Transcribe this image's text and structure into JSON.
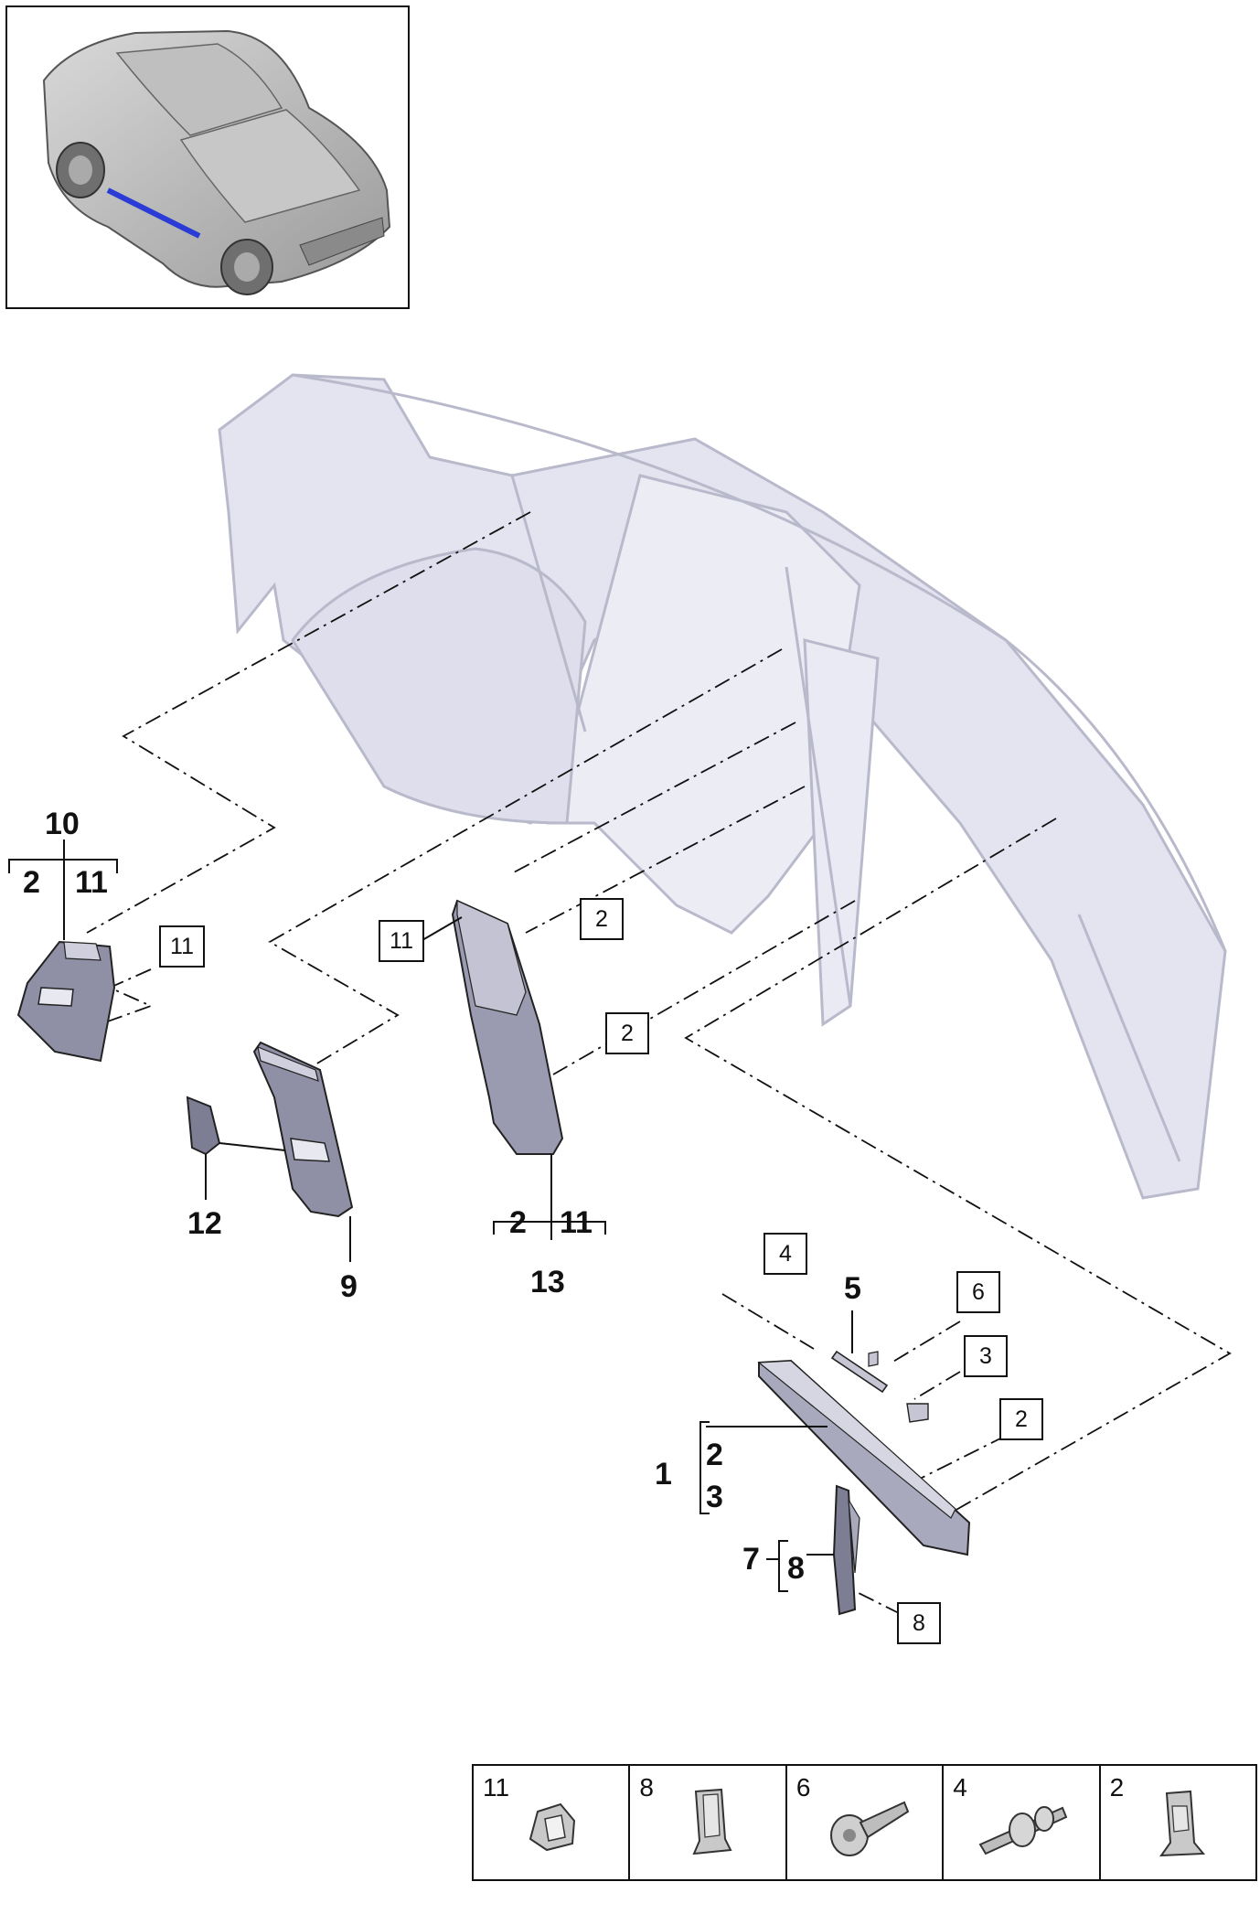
{
  "callouts": {
    "part_10": "10",
    "part_10_sub_a": "2",
    "part_10_sub_b": "11",
    "part_12": "12",
    "part_9": "9",
    "part_13": "13",
    "part_13_sub_a": "2",
    "part_13_sub_b": "11",
    "part_5": "5",
    "part_1": "1",
    "part_1_sub_a": "2",
    "part_1_sub_b": "3",
    "part_7": "7",
    "part_7_sub": "8"
  },
  "boxed_refs": {
    "ref_11_left": "11",
    "ref_11_center": "11",
    "ref_2_upper": "2",
    "ref_2_lower": "2",
    "ref_4": "4",
    "ref_6": "6",
    "ref_3": "3",
    "ref_2_right": "2",
    "ref_8": "8"
  },
  "legend": {
    "cells": [
      {
        "number": "11",
        "icon": "clip-bracket-icon"
      },
      {
        "number": "8",
        "icon": "spring-clip-icon"
      },
      {
        "number": "6",
        "icon": "screw-icon"
      },
      {
        "number": "4",
        "icon": "stud-bolt-icon"
      },
      {
        "number": "2",
        "icon": "retaining-clip-icon"
      }
    ]
  },
  "colors": {
    "body_frame": "#e4e4f1",
    "body_frame_stroke": "#b9b9cc",
    "trim_part": "#8f8fa6",
    "trim_part_light": "#cfcfdd",
    "line": "#111111"
  }
}
